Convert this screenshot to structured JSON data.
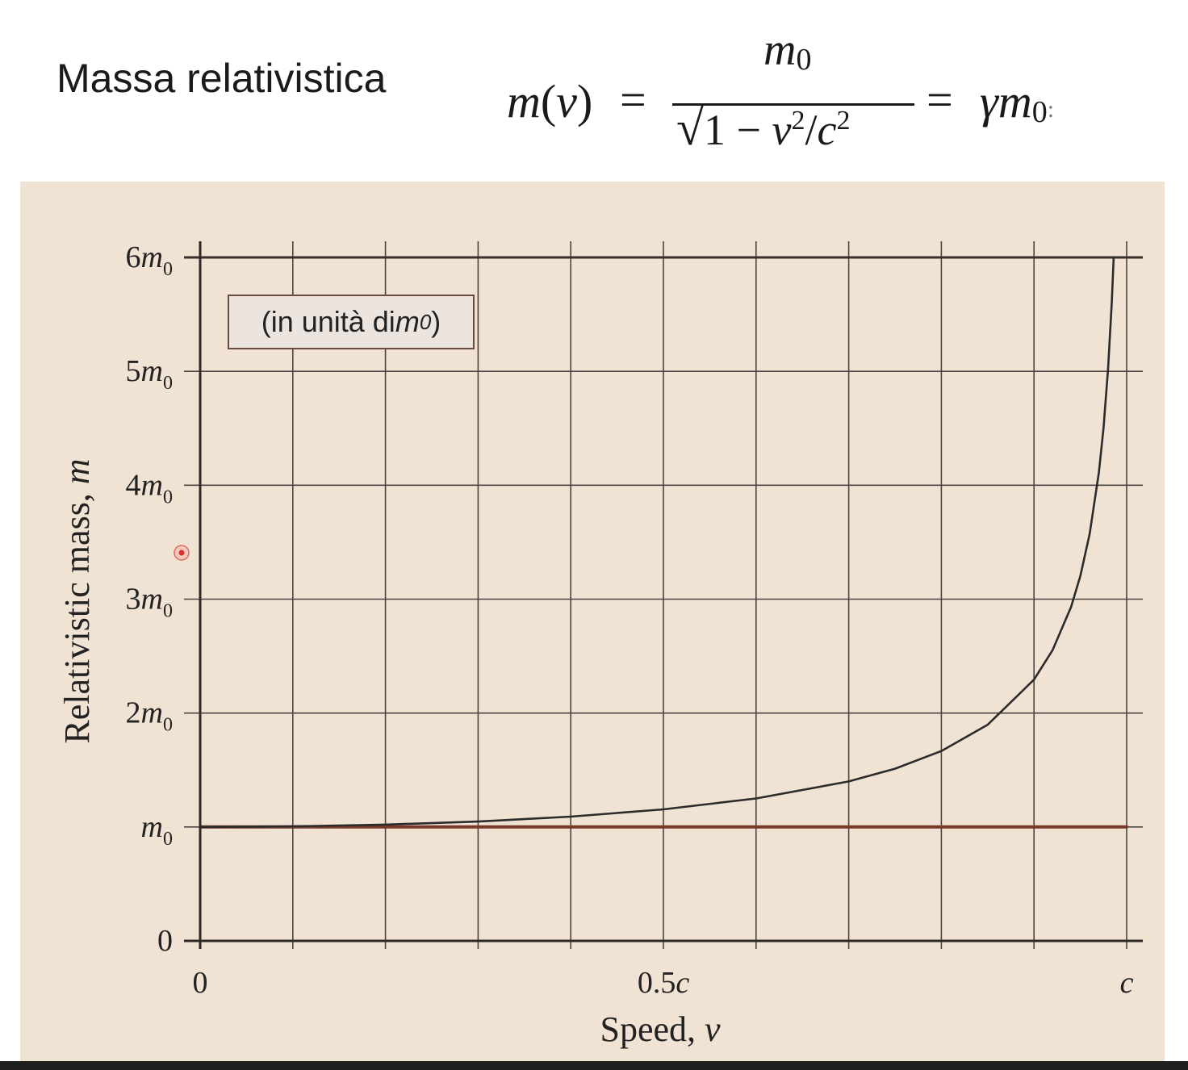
{
  "slide": {
    "title": "Massa relativistica",
    "formula": {
      "lhs_fn": "m",
      "lhs_var": "v",
      "equals": "=",
      "numerator_base": "m",
      "numerator_sub": "0",
      "den_one": "1 − ",
      "den_v": "v",
      "den_v_exp": "2",
      "den_slash": "/",
      "den_c": "c",
      "den_c_exp": "2",
      "rhs_gamma": "γm",
      "rhs_sub": "0",
      "rhs_trail": ":"
    },
    "legend_note": {
      "prefix": "(in unità di ",
      "var": "m",
      "sub": "0",
      "suffix": ")"
    }
  },
  "chart_data": {
    "type": "line",
    "title": "",
    "xlabel": "Speed, v",
    "ylabel": "Relativistic mass, m",
    "xlim": [
      0,
      1
    ],
    "ylim": [
      0,
      6
    ],
    "x_ticks": [
      {
        "value": 0,
        "label": "0"
      },
      {
        "value": 0.5,
        "label": "0.5c"
      },
      {
        "value": 1,
        "label": "c"
      }
    ],
    "y_ticks": [
      {
        "value": 0,
        "label": "0"
      },
      {
        "value": 1,
        "label": "m0"
      },
      {
        "value": 2,
        "label": "2m0"
      },
      {
        "value": 3,
        "label": "3m0"
      },
      {
        "value": 4,
        "label": "4m0"
      },
      {
        "value": 5,
        "label": "5m0"
      },
      {
        "value": 6,
        "label": "6m0"
      }
    ],
    "grid": true,
    "x_grid_step": 0.1,
    "series": [
      {
        "type": "curve",
        "color": "#2b2b2b",
        "x": [
          0,
          0.1,
          0.2,
          0.3,
          0.4,
          0.5,
          0.6,
          0.7,
          0.75,
          0.8,
          0.85,
          0.9,
          0.92,
          0.94,
          0.95,
          0.96,
          0.97,
          0.975,
          0.98,
          0.984,
          0.986
        ],
        "y": [
          1,
          1.005,
          1.021,
          1.048,
          1.091,
          1.155,
          1.25,
          1.4,
          1.512,
          1.667,
          1.898,
          2.294,
          2.552,
          2.931,
          3.203,
          3.571,
          4.113,
          4.5,
          5.025,
          5.612,
          6.0
        ]
      },
      {
        "type": "reference",
        "color": "#7a3a2a",
        "x": [
          0,
          1
        ],
        "y": [
          1,
          1
        ]
      }
    ],
    "colors": {
      "plot_background": "#f1e3d4",
      "grid": "#4a4540",
      "frame": "#2f2a27"
    }
  }
}
